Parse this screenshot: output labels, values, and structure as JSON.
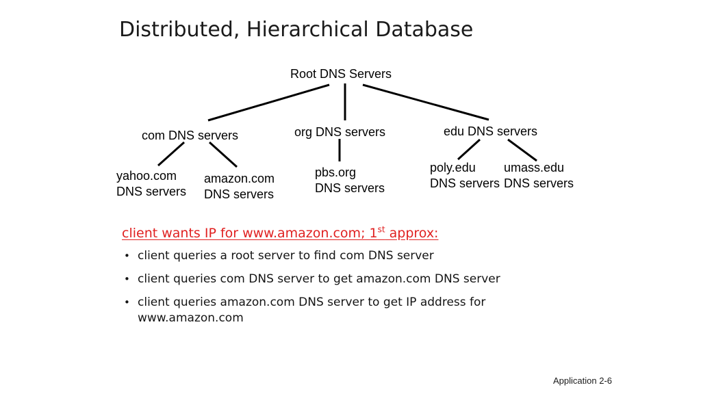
{
  "slide": {
    "title": "Distributed, Hierarchical Database",
    "footer": "Application  2-6",
    "accent_color": "#e02020",
    "text_color": "#000000",
    "background": "#ffffff"
  },
  "tree": {
    "root": {
      "label": "Root DNS Servers"
    },
    "level2": [
      {
        "label": "com DNS servers"
      },
      {
        "label": "org DNS servers"
      },
      {
        "label": "edu DNS servers"
      }
    ],
    "level3": [
      {
        "line1": "yahoo.com",
        "line2": "DNS servers"
      },
      {
        "line1": "amazon.com",
        "line2": "DNS servers"
      },
      {
        "line1": "pbs.org",
        "line2": "DNS servers"
      },
      {
        "line1": "poly.edu",
        "line2": "DNS servers"
      },
      {
        "line1": "umass.edu",
        "line2": "DNS servers"
      }
    ]
  },
  "body": {
    "lead": {
      "before": "client wants IP for www.amazon.com; 1",
      "sup": "st",
      "after": " approx:"
    },
    "bullets": [
      {
        "dot": "•",
        "text": "client queries a root server to find com DNS server"
      },
      {
        "dot": "•",
        "text": "client queries com DNS server to get amazon.com DNS server"
      },
      {
        "dot": "•",
        "text": "client queries amazon.com DNS server to get  IP address for www.amazon.com"
      }
    ]
  }
}
